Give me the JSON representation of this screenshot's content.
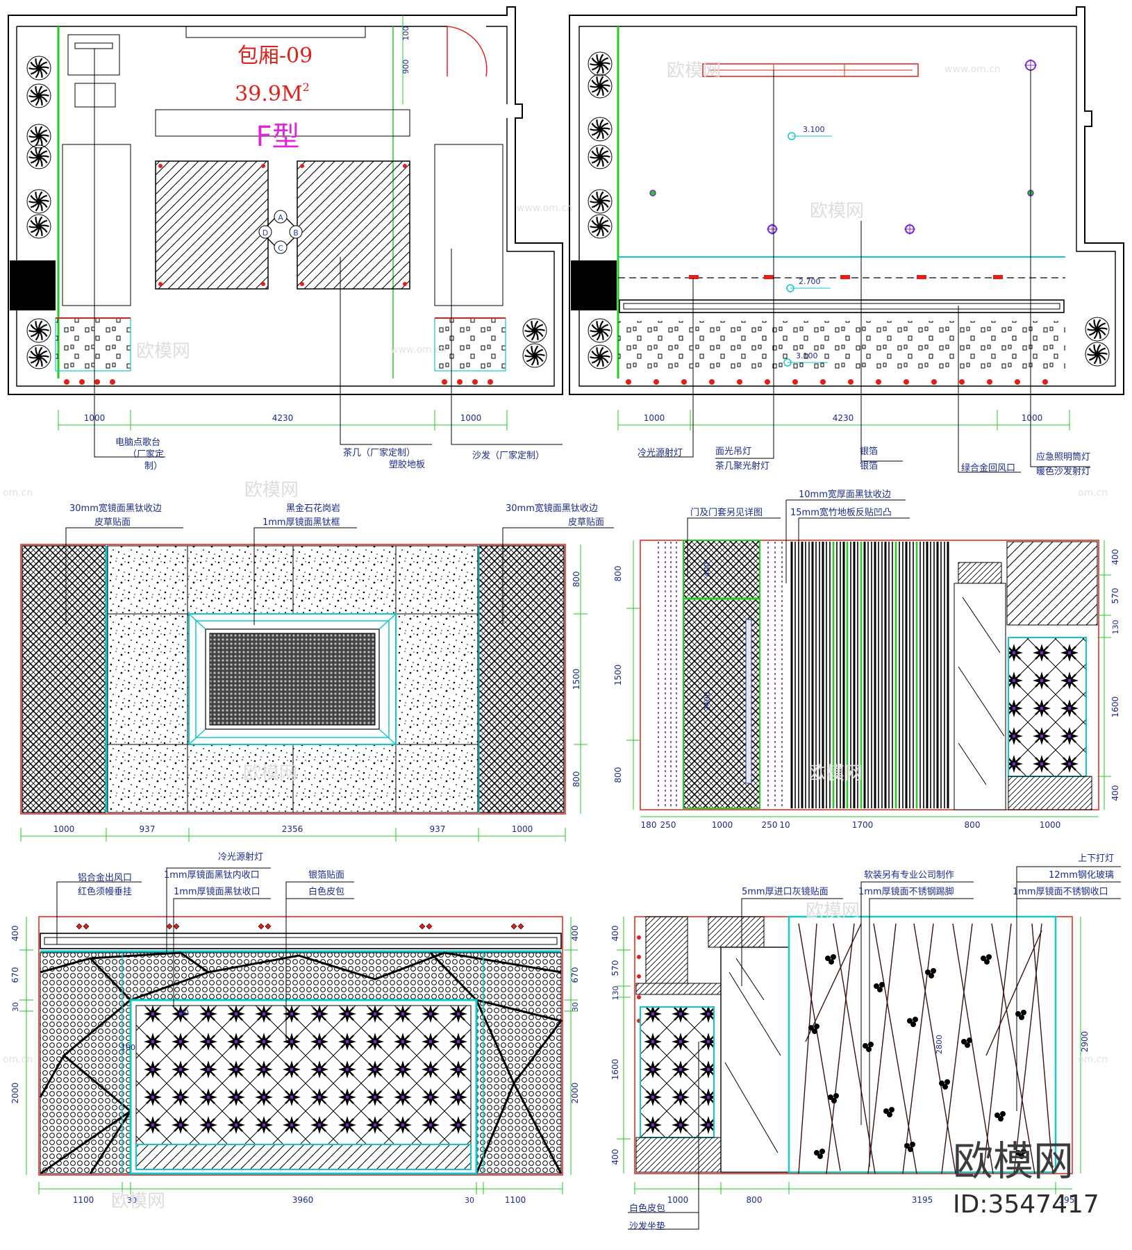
{
  "plan": {
    "room_name": "包厢-09",
    "area_value": "39.9M",
    "area_sup": "2",
    "room_type": "F型",
    "table_letters": [
      "A",
      "B",
      "C",
      "D"
    ],
    "dims_bottom": [
      "1000",
      "4230",
      "1000"
    ],
    "dims_right": [
      "100",
      "900"
    ],
    "labels": {
      "computer_desk": [
        "电脑点歌台",
        "（厂家定",
        "制）"
      ],
      "tea_table": "茶几（厂家定制）",
      "floor": "塑胶地板",
      "sofa": "沙发（厂家定制）"
    }
  },
  "ceiling": {
    "heights": [
      "3.100",
      "2.700",
      "3.100"
    ],
    "dims_bottom": [
      "1000",
      "4230",
      "1000"
    ],
    "labels": {
      "cold_spot": "冷光源射灯",
      "pendant": "面光吊灯",
      "tea_spot": "茶几聚光射灯",
      "silver1": "银箔",
      "silver2": "银箔",
      "vent": "绿合金回风口",
      "emergency": "应急照明筒灯",
      "warm_spot": "暖色沙发射灯"
    }
  },
  "elev_a": {
    "labels": {
      "edge_left": "30mm宽镜面黑钛收边",
      "leather_left": "皮草贴面",
      "granite": "黑金石花岗岩",
      "frame": "1mm厚镜面黑钛框",
      "edge_right": "30mm宽镜面黑钛收边",
      "leather_right": "皮草贴面"
    },
    "dims_bottom": [
      "1000",
      "937",
      "2356",
      "937",
      "1000"
    ],
    "dims_right": [
      "800",
      "1500",
      "800"
    ]
  },
  "elev_b": {
    "labels": {
      "door": "门及门套另见详图",
      "edge": "10mm宽厚面黑钛收边",
      "bamboo": "15mm宽竹地板反贴凹凸"
    },
    "dims_left": [
      "800",
      "1500",
      "800"
    ],
    "dims_right": [
      "400",
      "570",
      "130",
      "1600",
      "400"
    ],
    "dims_bottom": [
      "180",
      "250",
      "1000",
      "250",
      "10",
      "1700",
      "800",
      "1000"
    ],
    "door_marks": [
      "400",
      "2400"
    ]
  },
  "elev_c": {
    "labels": {
      "vent": "铝合金出风口",
      "curtain": "红色须幔垂挂",
      "spot": "冷光源射灯",
      "inner_trim": "1mm厚镜面黑钛内收口",
      "trim": "1mm厚镜面黑钛收口",
      "silver": "银箔贴面",
      "leather": "白色皮包"
    },
    "dims_left": [
      "400",
      "670",
      "30",
      "2000"
    ],
    "dims_right": [
      "400",
      "670",
      "30",
      "2000"
    ],
    "dims_bottom": [
      "1100",
      "30",
      "3960",
      "30",
      "1100"
    ],
    "inner_marks": [
      "30",
      "100"
    ]
  },
  "elev_d": {
    "labels": {
      "mirror": "5mm厚进口灰镜贴面",
      "soft": "软装另有专业公司制作",
      "skirting": "1mm厚镜面不锈钢踢脚",
      "uplight": "上下打灯",
      "glass": "12mm钢化玻璃",
      "steel_trim": "1mm厚镜面不锈钢收口",
      "white_leather": "白色皮包",
      "cushion": "沙发坐垫"
    },
    "dims_left": [
      "400",
      "570",
      "130",
      "1600",
      "400"
    ],
    "dims_right": [
      "2900"
    ],
    "dims_bottom": [
      "1000",
      "800",
      "3195",
      "195"
    ],
    "inner_mark": "2800"
  },
  "watermark": {
    "mark": "欧模网",
    "url": "www.om.cn",
    "url_short": "om.cn",
    "brand": "欧模网",
    "id": "ID:3547417"
  },
  "colors": {
    "outline": "#000000",
    "green": "#22cc22",
    "cyan": "#10c8c8",
    "red": "#e0201a",
    "magenta": "#e024d8",
    "label": "#1a2a8a",
    "purple": "#7a2ad0"
  }
}
